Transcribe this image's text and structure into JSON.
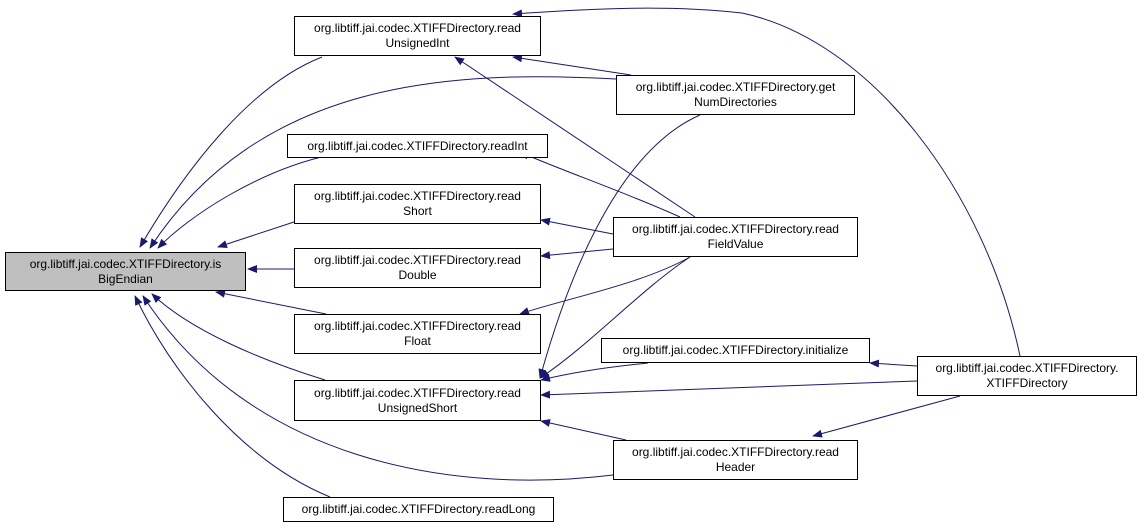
{
  "nodes": {
    "isBigEndian": [
      "org.libtiff.jai.codec.XTIFFDirectory.is",
      "BigEndian"
    ],
    "readUnsignedInt": [
      "org.libtiff.jai.codec.XTIFFDirectory.read",
      "UnsignedInt"
    ],
    "getNumDirectories": [
      "org.libtiff.jai.codec.XTIFFDirectory.get",
      "NumDirectories"
    ],
    "readInt": [
      "org.libtiff.jai.codec.XTIFFDirectory.readInt"
    ],
    "readShort": [
      "org.libtiff.jai.codec.XTIFFDirectory.read",
      "Short"
    ],
    "readFieldValue": [
      "org.libtiff.jai.codec.XTIFFDirectory.read",
      "FieldValue"
    ],
    "readDouble": [
      "org.libtiff.jai.codec.XTIFFDirectory.read",
      "Double"
    ],
    "readFloat": [
      "org.libtiff.jai.codec.XTIFFDirectory.read",
      "Float"
    ],
    "initialize": [
      "org.libtiff.jai.codec.XTIFFDirectory.initialize"
    ],
    "XTIFFDirectory": [
      "org.libtiff.jai.codec.XTIFFDirectory.",
      "XTIFFDirectory"
    ],
    "readUnsignedShort": [
      "org.libtiff.jai.codec.XTIFFDirectory.read",
      "UnsignedShort"
    ],
    "readHeader": [
      "org.libtiff.jai.codec.XTIFFDirectory.read",
      "Header"
    ],
    "readLong": [
      "org.libtiff.jai.codec.XTIFFDirectory.readLong"
    ]
  },
  "edges": [
    [
      "readUnsignedInt",
      "isBigEndian"
    ],
    [
      "getNumDirectories",
      "isBigEndian"
    ],
    [
      "readInt",
      "isBigEndian"
    ],
    [
      "readShort",
      "isBigEndian"
    ],
    [
      "readDouble",
      "isBigEndian"
    ],
    [
      "readFloat",
      "isBigEndian"
    ],
    [
      "readUnsignedShort",
      "isBigEndian"
    ],
    [
      "readHeader",
      "isBigEndian"
    ],
    [
      "readLong",
      "isBigEndian"
    ],
    [
      "getNumDirectories",
      "readUnsignedInt"
    ],
    [
      "readFieldValue",
      "readUnsignedInt"
    ],
    [
      "XTIFFDirectory",
      "readUnsignedInt"
    ],
    [
      "readFieldValue",
      "readInt"
    ],
    [
      "readFieldValue",
      "readShort"
    ],
    [
      "readFieldValue",
      "readDouble"
    ],
    [
      "readFieldValue",
      "readFloat"
    ],
    [
      "getNumDirectories",
      "readUnsignedShort"
    ],
    [
      "readFieldValue",
      "readUnsignedShort"
    ],
    [
      "initialize",
      "readUnsignedShort"
    ],
    [
      "XTIFFDirectory",
      "readUnsignedShort"
    ],
    [
      "readHeader",
      "readUnsignedShort"
    ],
    [
      "XTIFFDirectory",
      "initialize"
    ],
    [
      "XTIFFDirectory",
      "readHeader"
    ]
  ],
  "colors": {
    "edge": "#191970",
    "root_fill": "#bfbfbf",
    "node_fill": "#ffffff",
    "border": "#000000"
  }
}
